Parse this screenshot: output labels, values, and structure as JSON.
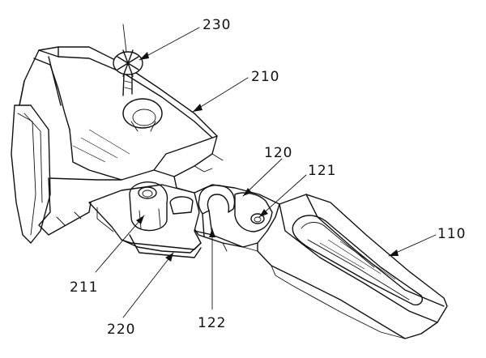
{
  "labels": {
    "l230": "230",
    "l210": "210",
    "l120": "120",
    "l121": "121",
    "l110": "110",
    "l211": "211",
    "l220": "220",
    "l122": "122"
  }
}
